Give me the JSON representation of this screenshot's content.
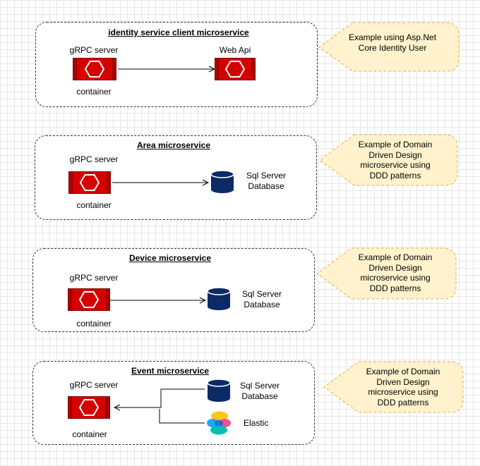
{
  "services": [
    {
      "title": "identity service client microservice",
      "left_label": "gRPC server",
      "bottom_label": "container",
      "target_label": "Web Api",
      "note": [
        "Example using Asp.Net",
        "Core Identity User"
      ]
    },
    {
      "title": "Area microservice",
      "left_label": "gRPC server",
      "bottom_label": "container",
      "target_label": [
        "Sql Server",
        "Database"
      ],
      "note": [
        "Example of Domain",
        "Driven Design",
        "microservice using",
        "DDD patterns"
      ]
    },
    {
      "title": "Device microservice",
      "left_label": "gRPC server",
      "bottom_label": "container",
      "target_label": [
        "Sql Server",
        "Database"
      ],
      "note": [
        "Example of Domain",
        "Driven Design",
        "microservice using",
        "DDD patterns"
      ]
    },
    {
      "title": "Event microservice",
      "left_label": "gRPC server",
      "bottom_label": "container",
      "target_label": [
        "Sql Server",
        "Database"
      ],
      "extra_label": "Elastic",
      "note": [
        "Example of Domain",
        "Driven Design",
        "microservice using",
        "DDD patterns"
      ]
    }
  ],
  "colors": {
    "container_fill": "#d50000",
    "container_border": "#7a0000",
    "database_fill": "#0b2a66",
    "callout_fill": "#fff2cc",
    "callout_border": "#d6b656",
    "elastic_yellow": "#fec514",
    "elastic_pink": "#f04e98",
    "elastic_teal": "#00bfb3",
    "elastic_blue": "#1ba9f5"
  }
}
